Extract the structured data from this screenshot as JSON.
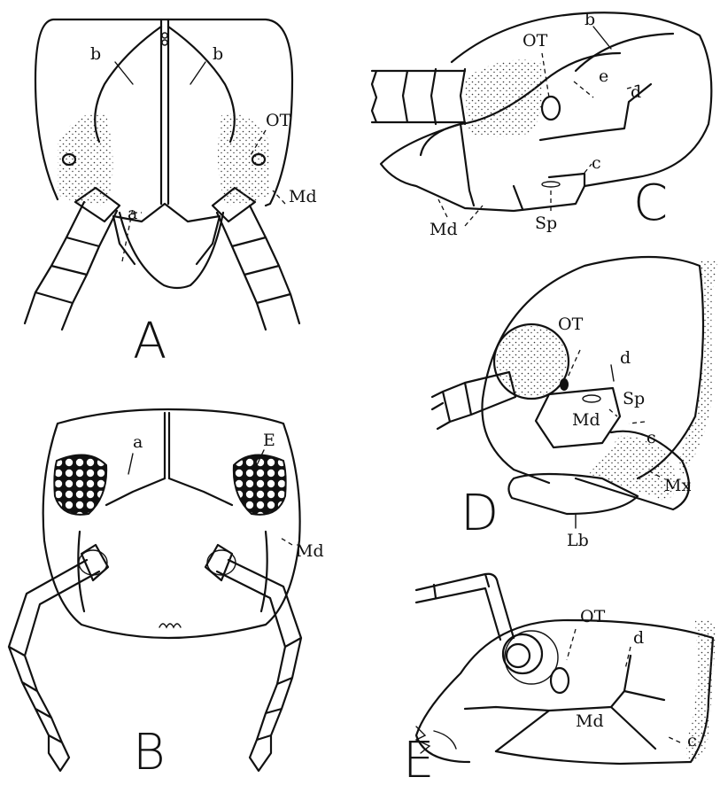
{
  "figures": {
    "A": {
      "letter": "A",
      "labels": {
        "b_left": "b",
        "b_right": "b",
        "a": "a",
        "ot": "OT",
        "md": "Md"
      }
    },
    "B": {
      "letter": "B",
      "labels": {
        "a": "a",
        "e": "E",
        "md": "Md"
      }
    },
    "C": {
      "letter": "C",
      "labels": {
        "ot": "OT",
        "b": "b",
        "e": "e",
        "d": "d",
        "c": "c",
        "sp": "Sp",
        "md": "Md"
      }
    },
    "D": {
      "letter": "D",
      "labels": {
        "ot": "OT",
        "d": "d",
        "sp": "Sp",
        "md": "Md",
        "c": "c",
        "mx": "Mx",
        "lb": "Lb"
      }
    },
    "E": {
      "letter": "E",
      "labels": {
        "ot": "OT",
        "d": "d",
        "md": "Md",
        "c": "c"
      }
    }
  }
}
